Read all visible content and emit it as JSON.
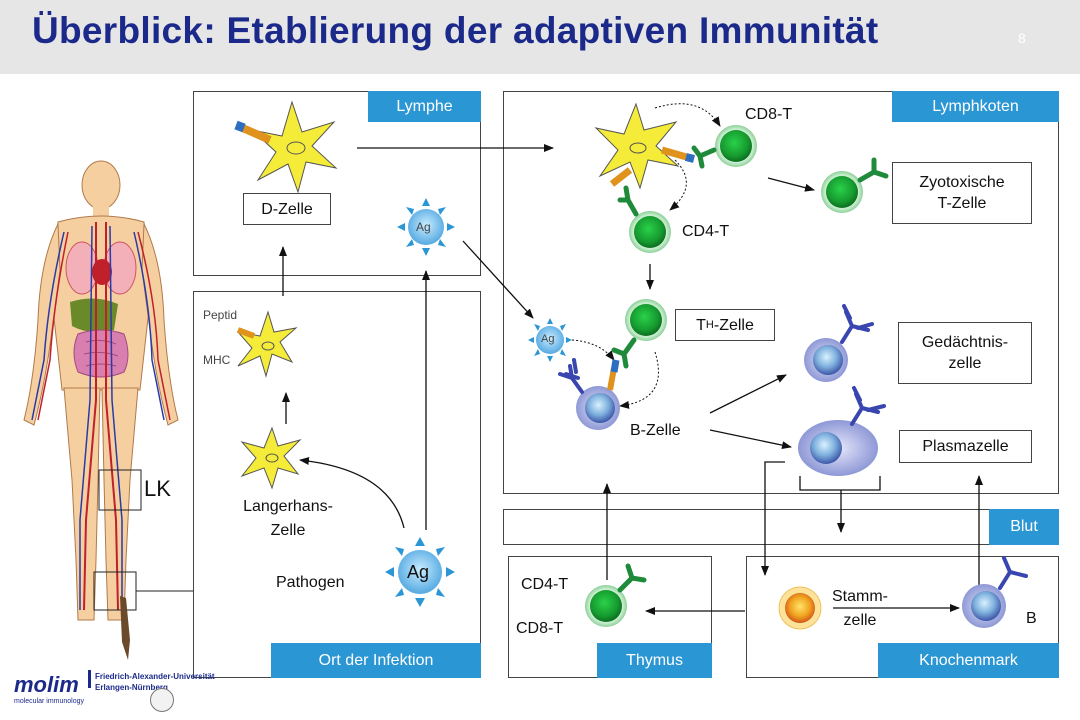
{
  "header": {
    "title": "Überblick: Etablierung der adaptiven Immunität",
    "page_number": "8"
  },
  "panels": {
    "lymphe": {
      "tag": "Lymphe",
      "cell_box": "D-Zelle",
      "antigen": "Ag"
    },
    "infektion": {
      "tag": "Ort der Infektion",
      "peptid": "Peptid",
      "mhc": "MHC",
      "langerhans_line1": "Langerhans-",
      "langerhans_line2": "Zelle",
      "pathogen": "Pathogen",
      "antigen": "Ag"
    },
    "lymphknoten": {
      "tag": "Lymphkoten",
      "cd8t": "CD8-T",
      "cd4t": "CD4-T",
      "zytotox_line1": "Zyotoxische",
      "zytotox_line2": "T-Zelle",
      "th_main": "T",
      "th_sub": "H",
      "th_rest": "-Zelle",
      "antigen": "Ag",
      "bzelle": "B-Zelle",
      "gedaechtnis_line1": "Gedächtnis-",
      "gedaechtnis_line2": "zelle",
      "plasmazelle": "Plasmazelle"
    },
    "blut": {
      "tag": "Blut"
    },
    "thymus": {
      "tag": "Thymus",
      "cd4t": "CD4-T",
      "cd8t": "CD8-T"
    },
    "knochenmark": {
      "tag": "Knochenmark",
      "stamm_line1": "Stamm-",
      "stamm_line2": "zelle",
      "b": "B"
    }
  },
  "body_figure": {
    "lk_label": "LK"
  },
  "logos": {
    "molim": "molim",
    "molim_sub": "molecular immunology",
    "fau_line1": "Friedrich-Alexander-Universität",
    "fau_line2": "Erlangen-Nürnberg"
  },
  "colors": {
    "accent": "#2b96d4",
    "title": "#1b2a8a",
    "dendritic": "#f5ec3a",
    "t_cell": "#22a83a",
    "b_cell": "#8a97d8",
    "receptor": "#1f8a3a",
    "antibody": "#3a46b0"
  }
}
